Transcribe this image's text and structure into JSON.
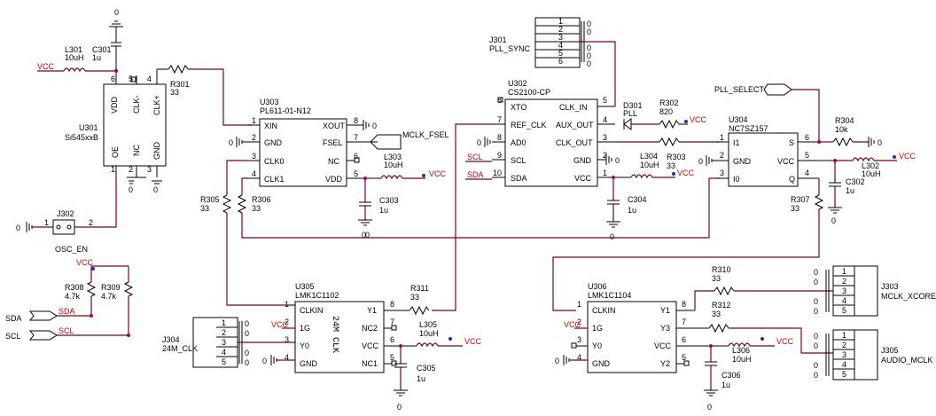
{
  "nets": {
    "vcc": "VCC",
    "sda": "SDA",
    "scl": "SCL",
    "mclk_fsel": "MCLK_FSEL",
    "pll_select": "PLL_SELECT",
    "gnd": "0"
  },
  "u301": {
    "ref": "U301",
    "value": "Si545xxB",
    "pins": {
      "vdd": "VDD",
      "clkm": "CLK-",
      "clkp": "CLK+",
      "oe": "OE",
      "nc": "NC",
      "gnd": "GND"
    },
    "nums": [
      "6",
      "5",
      "4",
      "1",
      "2",
      "3"
    ]
  },
  "u302": {
    "ref": "U302",
    "value": "CS2100-CP",
    "left": [
      "XTO",
      "REF_CLK",
      "AD0",
      "SCL",
      "SDA"
    ],
    "right": [
      "CLK_IN",
      "AUX_OUT",
      "CLK_OUT",
      "GND",
      "VCC"
    ],
    "lnums": [
      "8",
      "7",
      "8",
      "9",
      "10"
    ],
    "rnums": [
      "5",
      "4",
      "3",
      "2",
      "1"
    ]
  },
  "u303": {
    "ref": "U303",
    "value": "PL611-01-N12",
    "left": [
      "XIN",
      "GND",
      "CLK0",
      "CLK1"
    ],
    "right": [
      "XOUT",
      "FSEL",
      "NC",
      "VDD"
    ],
    "lnums": [
      "1",
      "2",
      "3",
      "4"
    ],
    "rnums": [
      "8",
      "7",
      "6",
      "5"
    ]
  },
  "u304": {
    "ref": "U304",
    "value": "NC7SZ157",
    "left": [
      "I1",
      "GND",
      "I0"
    ],
    "right": [
      "S",
      "VCC",
      "Q"
    ],
    "lnums": [
      "1",
      "2",
      "3"
    ],
    "rnums": [
      "6",
      "5",
      "4"
    ]
  },
  "u305": {
    "ref": "U305",
    "value": "LMK1C1102",
    "left": [
      "CLKIN",
      "1G",
      "Y0",
      "GND"
    ],
    "right": [
      "Y1",
      "NC2",
      "VCC",
      "NC1"
    ],
    "lnums": [
      "1",
      "2",
      "3",
      "4"
    ],
    "rnums": [
      "8",
      "7",
      "6",
      "5"
    ],
    "marking": "24M CLK"
  },
  "u306": {
    "ref": "U306",
    "value": "LMK1C1104",
    "left": [
      "CLKIN",
      "1G",
      "Y0",
      "GND"
    ],
    "right": [
      "Y1",
      "Y3",
      "VCC",
      "Y2"
    ],
    "lnums": [
      "1",
      "2",
      "3",
      "4"
    ],
    "rnums": [
      "8",
      "7",
      "6",
      "5"
    ]
  },
  "passives": {
    "l301": {
      "ref": "L301",
      "value": "10uH"
    },
    "c301": {
      "ref": "C301",
      "value": "1u"
    },
    "r301": {
      "ref": "R301",
      "value": "33"
    },
    "l303": {
      "ref": "L303",
      "value": "10uH"
    },
    "c303": {
      "ref": "C303",
      "value": "1u"
    },
    "r305": {
      "ref": "R305",
      "value": "33"
    },
    "r306": {
      "ref": "R306",
      "value": "33"
    },
    "d301": {
      "ref": "D301",
      "value": "PLL"
    },
    "r302": {
      "ref": "R302",
      "value": "820"
    },
    "l304": {
      "ref": "L304",
      "value": "10uH"
    },
    "r303": {
      "ref": "R303",
      "value": "33"
    },
    "c304": {
      "ref": "C304",
      "value": "1u"
    },
    "r304": {
      "ref": "R304",
      "value": "10k"
    },
    "l302": {
      "ref": "L302",
      "value": "10uH"
    },
    "c302": {
      "ref": "C302",
      "value": "1u"
    },
    "r307": {
      "ref": "R307",
      "value": "33"
    },
    "r308": {
      "ref": "R308",
      "value": "4.7k"
    },
    "r309": {
      "ref": "R309",
      "value": "4.7k"
    },
    "r311": {
      "ref": "R311",
      "value": "33"
    },
    "l305": {
      "ref": "L305",
      "value": "10uH"
    },
    "c305": {
      "ref": "C305",
      "value": "1u"
    },
    "r310": {
      "ref": "R310",
      "value": "33"
    },
    "r312": {
      "ref": "R312",
      "value": "33"
    },
    "l306": {
      "ref": "L306",
      "value": "10uH"
    },
    "c306": {
      "ref": "C306",
      "value": "1u"
    }
  },
  "connectors": {
    "j301": {
      "ref": "J301",
      "value": "PLL_SYNC",
      "pins": [
        "1",
        "2",
        "3",
        "4",
        "5",
        "6"
      ]
    },
    "j302": {
      "ref": "J302",
      "value": "OSC_EN",
      "pins": [
        "1",
        "2"
      ]
    },
    "j303": {
      "ref": "J303",
      "value": "MCLK_XCORE",
      "pins": [
        "1",
        "2",
        "3",
        "4",
        "5"
      ]
    },
    "j304": {
      "ref": "J304",
      "value": "24M_CLK",
      "pins": [
        "1",
        "2",
        "3",
        "4",
        "5"
      ]
    },
    "j305": {
      "ref": "J305",
      "value": "AUDIO_MCLK",
      "pins": [
        "1",
        "2",
        "3",
        "4",
        "5"
      ]
    }
  }
}
